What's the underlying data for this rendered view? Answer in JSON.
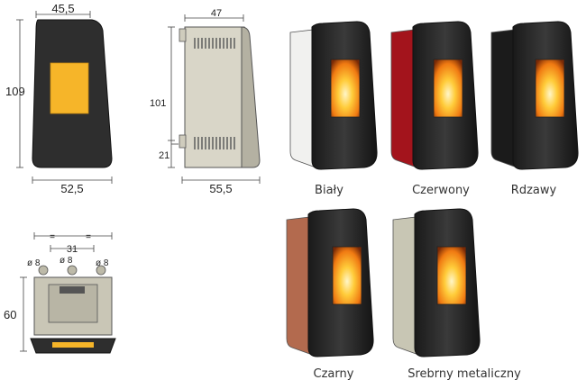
{
  "dimensions": {
    "front_width_top": "45,5",
    "front_height": "109",
    "front_width_bottom": "52,5",
    "side_depth_top": "47",
    "side_height": "101",
    "side_outlet_height": "21",
    "side_depth_bottom": "55,5",
    "top_span": "31",
    "top_left_pipe": "ø 8",
    "top_center_pipe": "ø 8",
    "top_right_pipe": "ø 8",
    "top_depth": "60",
    "top_equal_left": "=",
    "top_equal_right": "="
  },
  "variants": [
    {
      "label": "Biały",
      "side_color": "#f1f1ef"
    },
    {
      "label": "Czerwony",
      "side_color": "#a3141c"
    },
    {
      "label": "Rdzawy",
      "side_color": "#1b1b1b"
    },
    {
      "label": "Czarny",
      "side_color": "#b36a4e"
    },
    {
      "label": "Srebrny metaliczny",
      "side_color": "#c8c6b4"
    }
  ],
  "colors": {
    "front_panel": "#2e2e2e",
    "flame_window": "#f6b529",
    "side_beige": "#d9d6c8"
  }
}
